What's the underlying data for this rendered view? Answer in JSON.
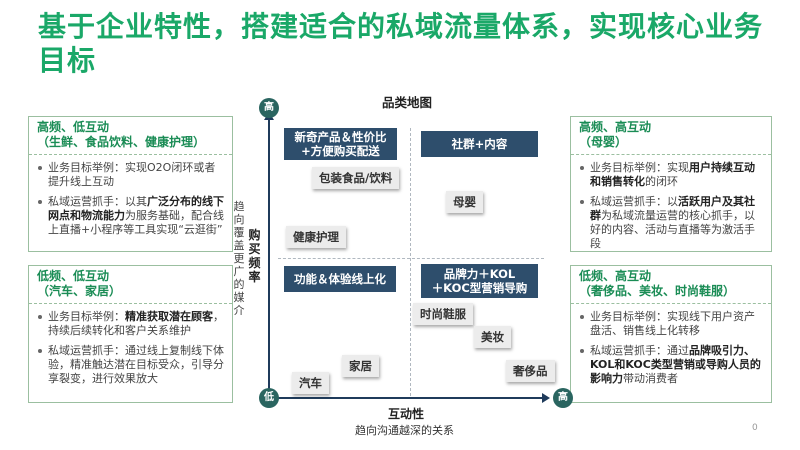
{
  "title": "基于企业特性，搭建适合的私域流量体系，实现核心业务目标",
  "boxes": {
    "top_left": {
      "head1": "高频、低互动",
      "head2": "（生鲜、食品饮料、健康护理）",
      "b1": "业务目标举例：实现O2O闭环或者提升线上互动",
      "b2_pre": "私域运营抓手：以其",
      "b2_bold": "广泛分布的线下网点和物流能力",
      "b2_post": "为服务基础，配合线上直播+小程序等工具实现“云逛街”"
    },
    "bottom_left": {
      "head1": "低频、低互动",
      "head2": "（汽车、家居）",
      "b1_pre": "业务目标举例：",
      "b1_bold": "精准获取潜在顾客",
      "b1_post": "，持续后续转化和客户关系维护",
      "b2": "私域运营抓手：通过线上复制线下体验，精准触达潜在目标受众，引导分享裂变，进行效果放大"
    },
    "top_right": {
      "head1": "高频、高互动",
      "head2": "（母婴）",
      "b1_pre": "业务目标举例：实现",
      "b1_bold": "用户持续互动和销售转化",
      "b1_post": "的闭环",
      "b2_pre": "私域运营抓手：以",
      "b2_bold": "活跃用户及其社群",
      "b2_post": "为私域流量运营的核心抓手，以好的内容、活动与直播等为激活手段"
    },
    "bottom_right": {
      "head1": "低频、高互动",
      "head2": "（奢侈品、美妆、时尚鞋服）",
      "b1": "业务目标举例：实现线下用户资产盘活、销售线上化转移",
      "b2_pre": "私域运营抓手：通过",
      "b2_bold": "品牌吸引力、KOL和KOC类型营销或导购人员的影响力",
      "b2_post": "带动消费者"
    }
  },
  "map": {
    "map_title": "品类地图",
    "y_high": "高",
    "origin": "低",
    "x_high": "高",
    "y_axis_bold": "购买频率",
    "y_axis_sub": "趋向覆盖更广的媒介",
    "x_axis_bold": "互动性",
    "x_axis_sub": "趋向沟通越深的关系",
    "q_top_left": "新奇产品＆性价比\n+方便购买配送",
    "q_top_right": "社群+内容",
    "q_bottom_left": "功能＆体验线上化",
    "q_bottom_right": "品牌力＋KOL\n＋KOC型营销导购",
    "tags": {
      "food": "包装食品/饮料",
      "health": "健康护理",
      "baby": "母婴",
      "fashion": "时尚鞋服",
      "beauty": "美妆",
      "home": "家居",
      "car": "汽车",
      "luxury": "奢侈品"
    }
  },
  "page_number": "0"
}
